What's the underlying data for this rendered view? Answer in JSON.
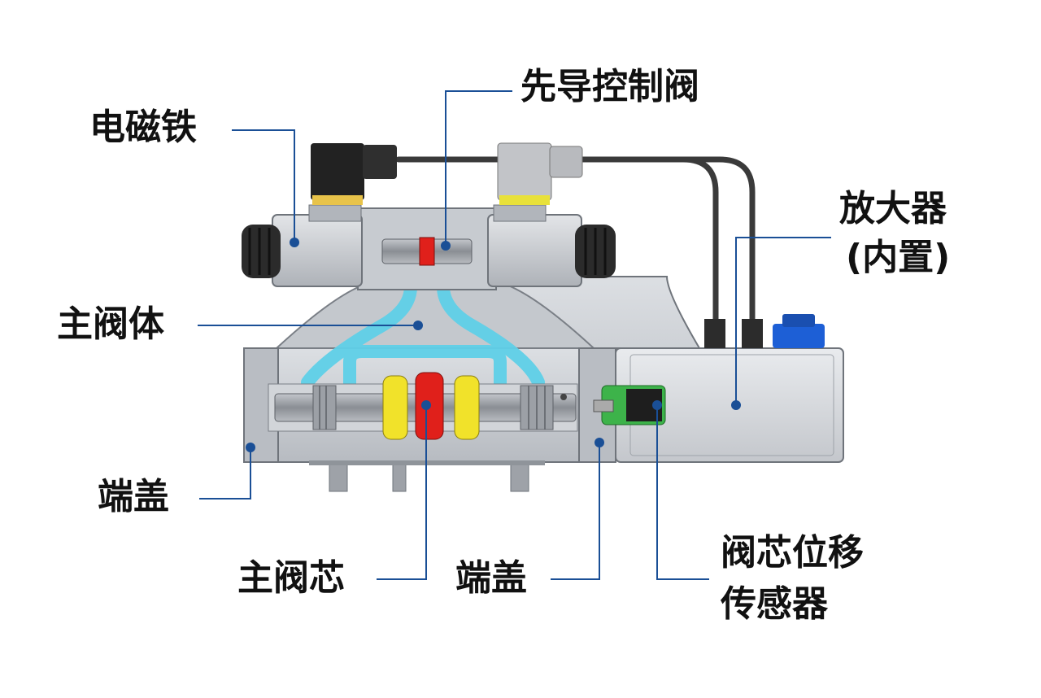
{
  "labels": {
    "electromagnet": "电磁铁",
    "pilot_valve": "先导控制阀",
    "amplifier_line1": "放大器",
    "amplifier_line2": "(内置)",
    "main_body": "主阀体",
    "end_cap_left": "端盖",
    "main_spool": "主阀芯",
    "end_cap_right": "端盖",
    "sensor_line1": "阀芯位移",
    "sensor_line2": "传感器"
  },
  "colors": {
    "leader_line": "#1a4f96",
    "body_grey": "#c9ccd1",
    "channel_blue": "#5fd0e8",
    "spool_yellow": "#f1e22a",
    "spool_red": "#e0201b",
    "connector_black": "#222222",
    "sensor_green": "#3db34a",
    "blue_connector": "#1d5fd6"
  }
}
